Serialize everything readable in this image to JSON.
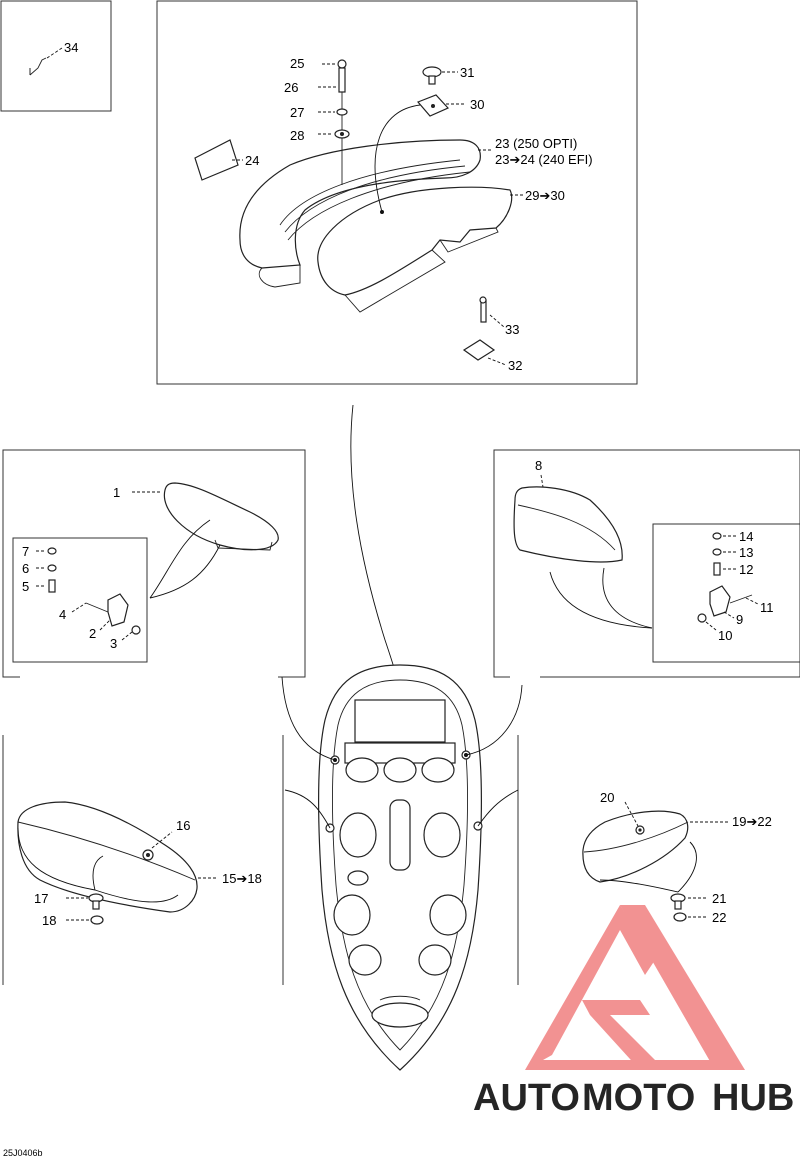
{
  "diagram_code": "25J0406b",
  "labels": {
    "l1": "1",
    "l2": "2",
    "l3": "3",
    "l4": "4",
    "l5": "5",
    "l6": "6",
    "l7": "7",
    "l8": "8",
    "l9": "9",
    "l10": "10",
    "l11": "11",
    "l12": "12",
    "l13": "13",
    "l14": "14",
    "l15": "15➔18",
    "l16": "16",
    "l17": "17",
    "l18": "18",
    "l19": "19➔22",
    "l20": "20",
    "l21": "21",
    "l22": "22",
    "l23a": "23 (250 OPTI)",
    "l23b": "23➔24 (240 EFI)",
    "l24": "24",
    "l25": "25",
    "l26": "26",
    "l27": "27",
    "l28": "28",
    "l29": "29➔30",
    "l30": "30",
    "l31": "31",
    "l32": "32",
    "l33": "33",
    "l34": "34"
  },
  "watermark": {
    "text_part1": "AUTO",
    "text_part2": "MOTO",
    "text_part3": "HUB",
    "color_orange": "#f5a940",
    "color_red": "#f08080",
    "color_gray": "#8a8a8a"
  }
}
